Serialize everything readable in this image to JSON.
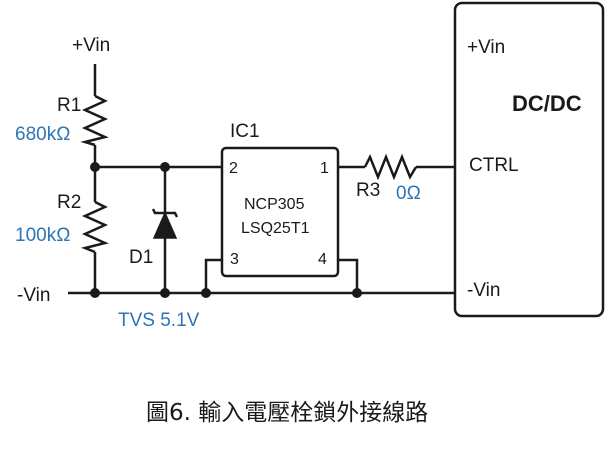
{
  "colors": {
    "wire": "#1a1a1a",
    "value_text": "#2e75b6",
    "label_text": "#1a1a1a"
  },
  "labels": {
    "vin_plus": "+Vin",
    "vin_minus": "-Vin",
    "r1_name": "R1",
    "r1_value": "680kΩ",
    "r2_name": "R2",
    "r2_value": "100kΩ",
    "d1_name": "D1",
    "d1_value": "TVS 5.1V",
    "ic_name": "IC1",
    "ic_part_line1": "NCP305",
    "ic_part_line2": "LSQ25T1",
    "ic_pin1": "1",
    "ic_pin2": "2",
    "ic_pin3": "3",
    "ic_pin4": "4",
    "r3_name": "R3",
    "r3_value": "0Ω",
    "dcdc_title": "DC/DC",
    "dcdc_vin_plus": "+Vin",
    "dcdc_ctrl": "CTRL",
    "dcdc_vin_minus": "-Vin"
  },
  "caption": "圖6. 輸入電壓栓鎖外接線路"
}
